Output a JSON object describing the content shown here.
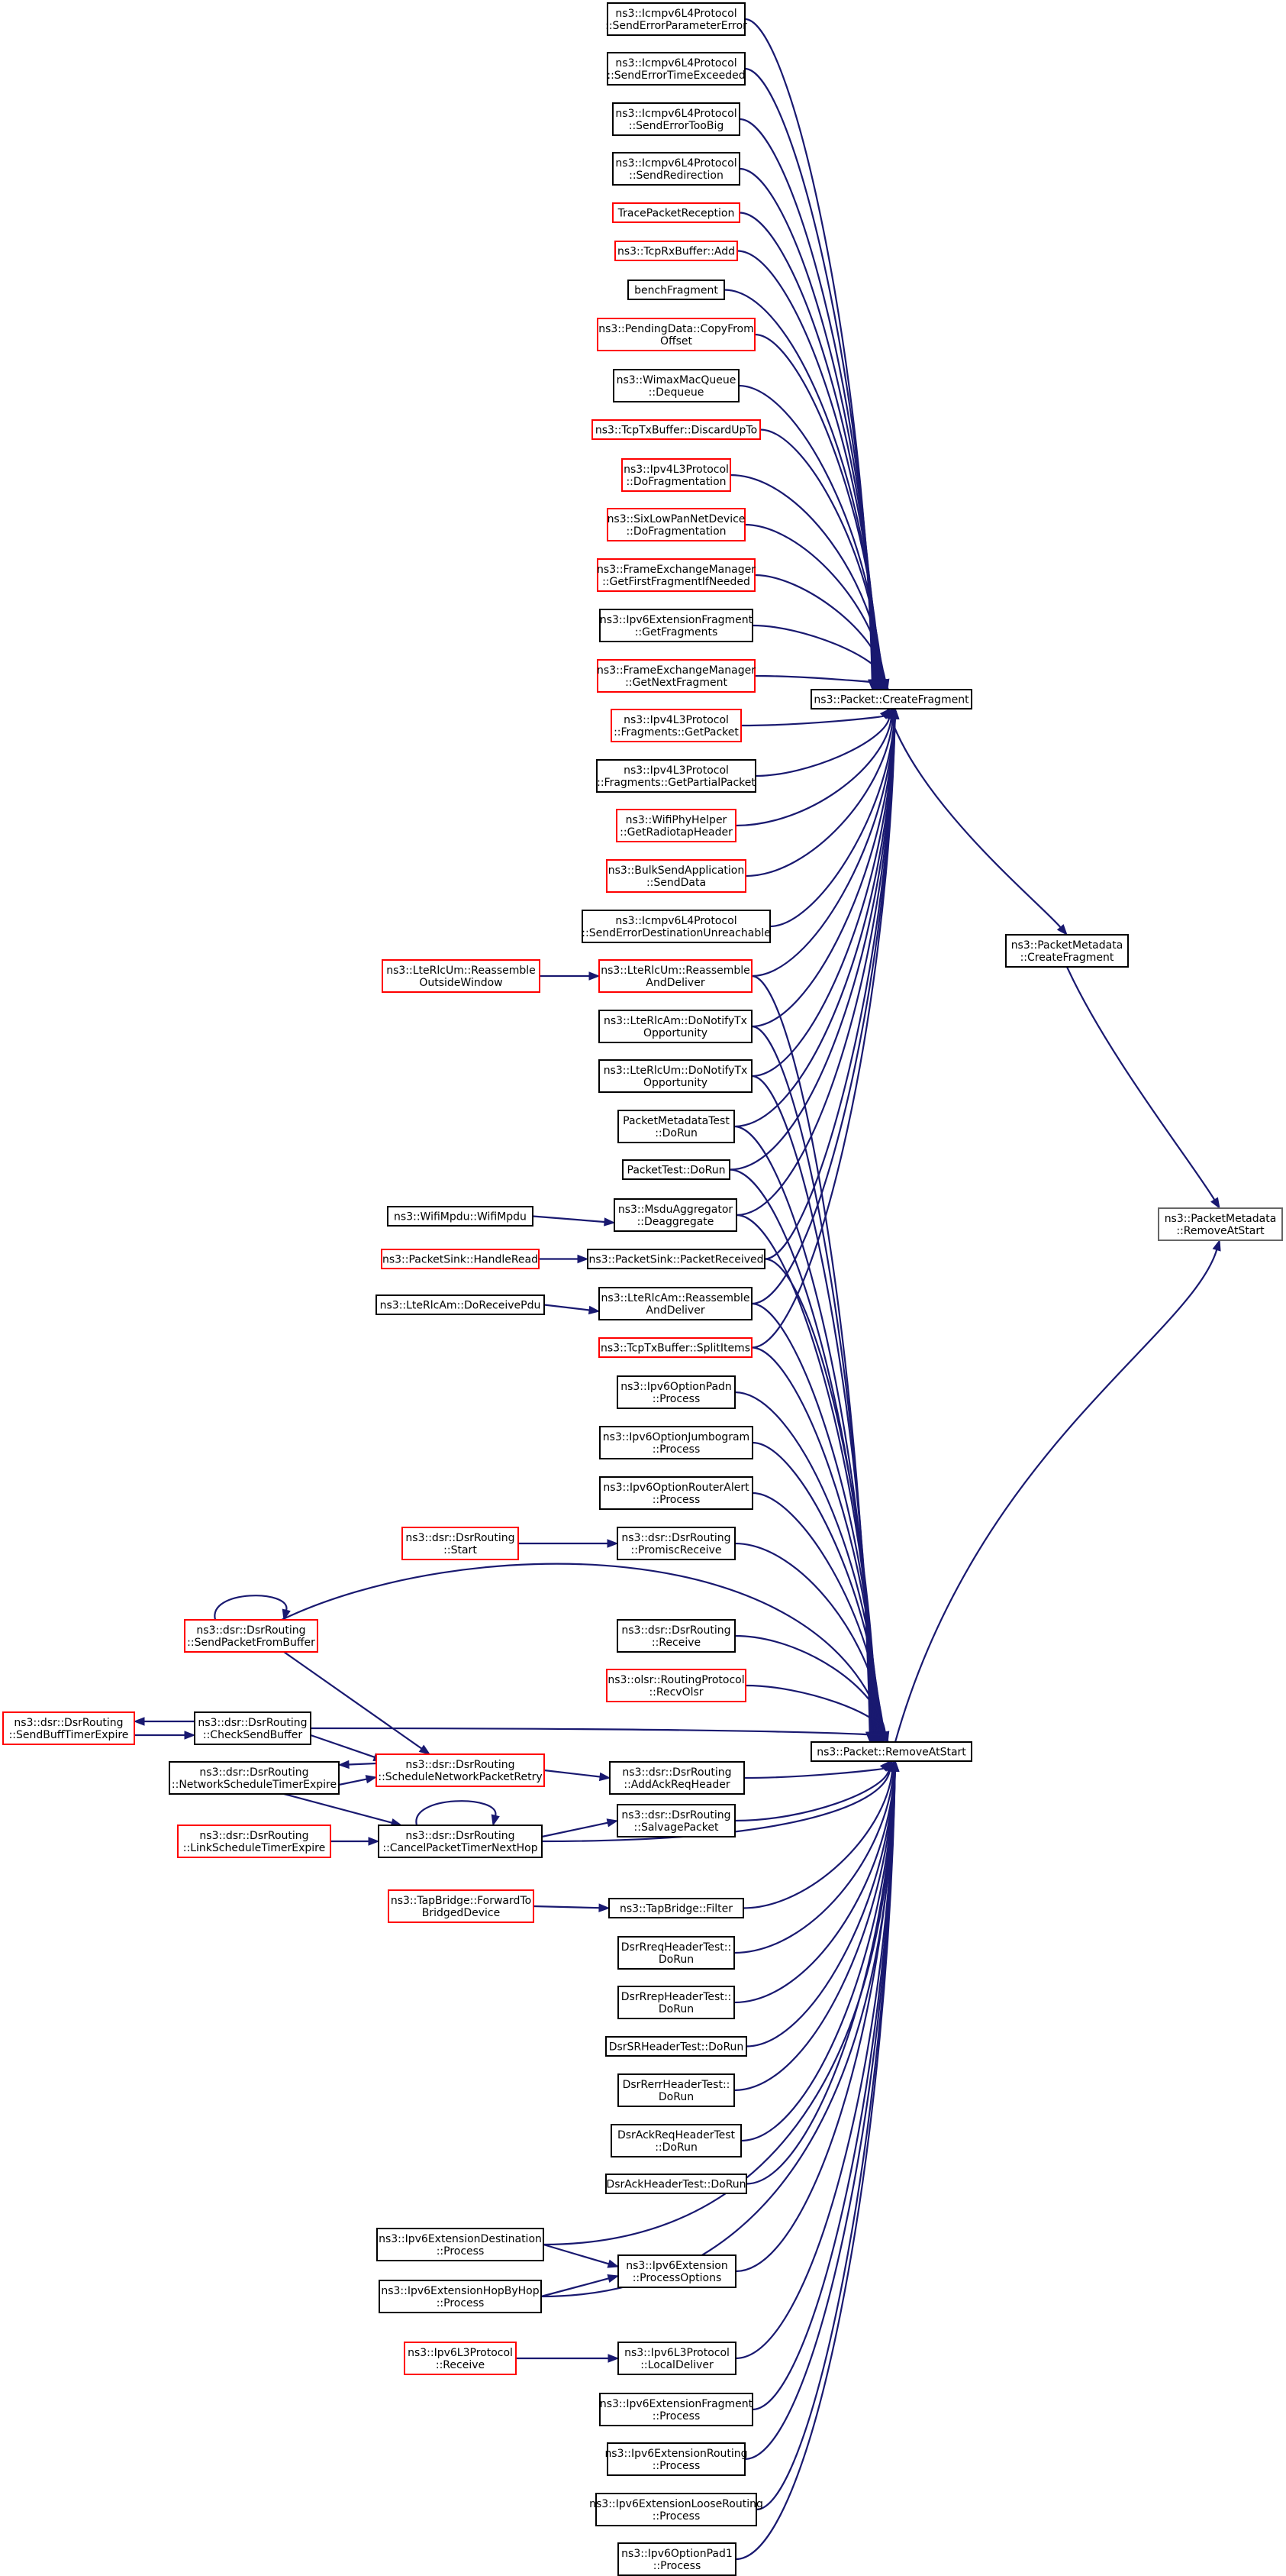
{
  "colors": {
    "edge": "#191970",
    "normal_border": "#000000",
    "red_border": "#ff0000",
    "highlight_border": "#666666",
    "highlight_fill": "#bfbfbf"
  },
  "nodes": {
    "n1": [
      "ns3::Icmpv6L4Protocol",
      "::SendErrorParameterError"
    ],
    "n2": [
      "ns3::Icmpv6L4Protocol",
      "::SendErrorTimeExceeded"
    ],
    "n3": [
      "ns3::Icmpv6L4Protocol",
      "::SendErrorTooBig"
    ],
    "n4": [
      "ns3::Icmpv6L4Protocol",
      "::SendRedirection"
    ],
    "n5": [
      "TracePacketReception"
    ],
    "n6": [
      "ns3::TcpRxBuffer::Add"
    ],
    "n7": [
      "benchFragment"
    ],
    "n8": [
      "ns3::PendingData::CopyFrom",
      "Offset"
    ],
    "n9": [
      "ns3::WimaxMacQueue",
      "::Dequeue"
    ],
    "n10": [
      "ns3::TcpTxBuffer::DiscardUpTo"
    ],
    "n11": [
      "ns3::Ipv4L3Protocol",
      "::DoFragmentation"
    ],
    "n12": [
      "ns3::SixLowPanNetDevice",
      "::DoFragmentation"
    ],
    "n13": [
      "ns3::FrameExchangeManager",
      "::GetFirstFragmentIfNeeded"
    ],
    "n14": [
      "ns3::Ipv6ExtensionFragment",
      "::GetFragments"
    ],
    "n15": [
      "ns3::FrameExchangeManager",
      "::GetNextFragment"
    ],
    "n16": [
      "ns3::Ipv4L3Protocol",
      "::Fragments::GetPacket"
    ],
    "n17": [
      "ns3::Ipv4L3Protocol",
      "::Fragments::GetPartialPacket"
    ],
    "n18": [
      "ns3::WifiPhyHelper",
      "::GetRadiotapHeader"
    ],
    "n19": [
      "ns3::BulkSendApplication",
      "::SendData"
    ],
    "n20": [
      "ns3::Icmpv6L4Protocol",
      "::SendErrorDestinationUnreachable"
    ],
    "n21": [
      "ns3::LteRlcUm::Reassemble",
      "AndDeliver"
    ],
    "n22": [
      "ns3::LteRlcUm::Reassemble",
      "OutsideWindow"
    ],
    "n23": [
      "ns3::LteRlcAm::DoNotifyTx",
      "Opportunity"
    ],
    "n24": [
      "ns3::LteRlcUm::DoNotifyTx",
      "Opportunity"
    ],
    "n25": [
      "PacketMetadataTest",
      "::DoRun"
    ],
    "n26": [
      "PacketTest::DoRun"
    ],
    "n27": [
      "ns3::MsduAggregator",
      "::Deaggregate"
    ],
    "n28": [
      "ns3::WifiMpdu::WifiMpdu"
    ],
    "n29": [
      "ns3::PacketSink::PacketReceived"
    ],
    "n30": [
      "ns3::PacketSink::HandleRead"
    ],
    "n31": [
      "ns3::LteRlcAm::Reassemble",
      "AndDeliver"
    ],
    "n32": [
      "ns3::LteRlcAm::DoReceivePdu"
    ],
    "n33": [
      "ns3::TcpTxBuffer::SplitItems"
    ],
    "n34": [
      "ns3::Ipv6OptionPadn",
      "::Process"
    ],
    "n35": [
      "ns3::Ipv6OptionJumbogram",
      "::Process"
    ],
    "n36": [
      "ns3::Ipv6OptionRouterAlert",
      "::Process"
    ],
    "n37": [
      "ns3::dsr::DsrRouting",
      "::PromiscReceive"
    ],
    "n38": [
      "ns3::dsr::DsrRouting",
      "::Start"
    ],
    "n39": [
      "ns3::dsr::DsrRouting",
      "::SendPacketFromBuffer"
    ],
    "n40": [
      "ns3::dsr::DsrRouting",
      "::Receive"
    ],
    "n41": [
      "ns3::olsr::RoutingProtocol",
      "::RecvOlsr"
    ],
    "n42": [
      "ns3::dsr::DsrRouting",
      "::SendBuffTimerExpire"
    ],
    "n43": [
      "ns3::dsr::DsrRouting",
      "::CheckSendBuffer"
    ],
    "n44": [
      "ns3::dsr::DsrRouting",
      "::NetworkScheduleTimerExpire"
    ],
    "n45": [
      "ns3::dsr::DsrRouting",
      "::ScheduleNetworkPacketRetry"
    ],
    "n46": [
      "ns3::dsr::DsrRouting",
      "::AddAckReqHeader"
    ],
    "n47": [
      "ns3::dsr::DsrRouting",
      "::LinkScheduleTimerExpire"
    ],
    "n48": [
      "ns3::dsr::DsrRouting",
      "::CancelPacketTimerNextHop"
    ],
    "n49": [
      "ns3::dsr::DsrRouting",
      "::SalvagePacket"
    ],
    "n50": [
      "ns3::TapBridge::ForwardTo",
      "BridgedDevice"
    ],
    "n51": [
      "ns3::TapBridge::Filter"
    ],
    "n52": [
      "DsrRreqHeaderTest::",
      "DoRun"
    ],
    "n53": [
      "DsrRrepHeaderTest::",
      "DoRun"
    ],
    "n54": [
      "DsrSRHeaderTest::DoRun"
    ],
    "n55": [
      "DsrRerrHeaderTest::",
      "DoRun"
    ],
    "n56": [
      "DsrAckReqHeaderTest",
      "::DoRun"
    ],
    "n57": [
      "DsrAckHeaderTest::DoRun"
    ],
    "n58": [
      "ns3::Ipv6ExtensionDestination",
      "::Process"
    ],
    "n59": [
      "ns3::Ipv6Extension",
      "::ProcessOptions"
    ],
    "n60": [
      "ns3::Ipv6ExtensionHopByHop",
      "::Process"
    ],
    "n61": [
      "ns3::Ipv6L3Protocol",
      "::Receive"
    ],
    "n62": [
      "ns3::Ipv6L3Protocol",
      "::LocalDeliver"
    ],
    "n63": [
      "ns3::Ipv6ExtensionFragment",
      "::Process"
    ],
    "n64": [
      "ns3::Ipv6ExtensionRouting",
      "::Process"
    ],
    "n65": [
      "ns3::Ipv6ExtensionLooseRouting",
      "::Process"
    ],
    "n66": [
      "ns3::Ipv6OptionPad1",
      "::Process"
    ],
    "cf": [
      "ns3::Packet::CreateFragment"
    ],
    "pmcf": [
      "ns3::PacketMetadata",
      "::CreateFragment"
    ],
    "ras": [
      "ns3::Packet::RemoveAtStart"
    ],
    "pmras": [
      "ns3::PacketMetadata",
      "::RemoveAtStart"
    ]
  }
}
